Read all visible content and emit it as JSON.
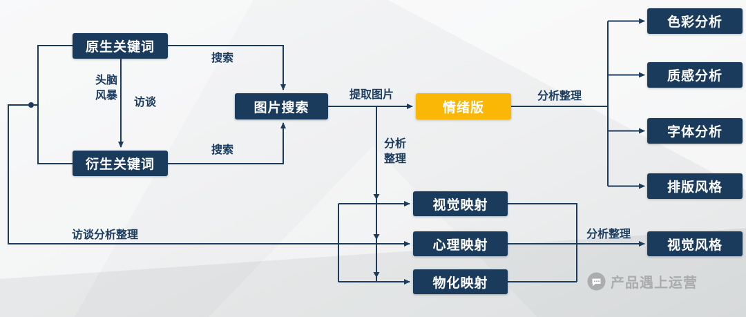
{
  "nodes": {
    "native_keywords": {
      "label": "原生关键词"
    },
    "derived_keywords": {
      "label": "衍生关键词"
    },
    "image_search": {
      "label": "图片搜索"
    },
    "mood_board": {
      "label": "情绪版"
    },
    "color_analysis": {
      "label": "色彩分析"
    },
    "texture_analysis": {
      "label": "质感分析"
    },
    "font_analysis": {
      "label": "字体分析"
    },
    "layout_style": {
      "label": "排版风格"
    },
    "visual_mapping": {
      "label": "视觉映射"
    },
    "psych_mapping": {
      "label": "心理映射"
    },
    "material_mapping": {
      "label": "物化映射"
    },
    "visual_style": {
      "label": "视觉风格"
    }
  },
  "edge_labels": {
    "search_native": "搜索",
    "search_derived": "搜索",
    "brainstorm_line1": "头脑",
    "brainstorm_line2": "风暴",
    "interview": "访谈",
    "extract_images": "提取图片",
    "analyze_mood": "分析整理",
    "analyze_line1": "分析",
    "analyze_line2": "整理",
    "interview_analyze": "访谈分析整理",
    "analyze_mapping": "分析整理"
  },
  "watermark": {
    "text": "产品遇上运营"
  },
  "colors": {
    "node_fill": "#1b3b5d",
    "accent": "#fbb705",
    "line": "#1b3b5d",
    "background": "#eeeff0",
    "watermark": "#a9abad"
  }
}
